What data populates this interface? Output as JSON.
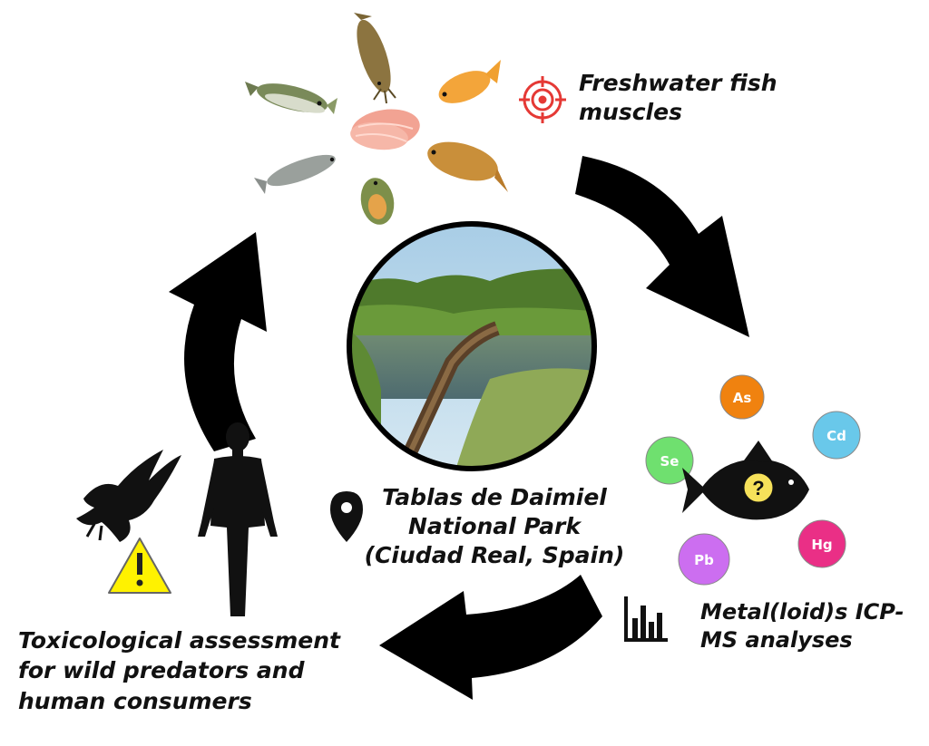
{
  "labels": {
    "fish_muscles": "Freshwater fish muscles",
    "metal_analyses": "Metal(loid)s ICP-MS analyses",
    "park": "Tablas de Daimiel National Park (Ciudad Real, Spain)",
    "toxicology": "Toxicological assessment for wild predators and human consumers"
  },
  "elements": [
    {
      "symbol": "As",
      "color": "#f0820f"
    },
    {
      "symbol": "Cd",
      "color": "#69c8ea"
    },
    {
      "symbol": "Se",
      "color": "#6fe06f"
    },
    {
      "symbol": "Hg",
      "color": "#ea2f86"
    },
    {
      "symbol": "Pb",
      "color": "#cc6ef0"
    }
  ],
  "icons": {
    "target": "target-icon",
    "location": "location-pin-icon",
    "bar_chart": "bar-chart-icon",
    "warning": "warning-icon",
    "question": "question-icon"
  },
  "colors": {
    "target_red": "#e53935",
    "warning_yellow": "#fff200",
    "arrow": "#000000"
  }
}
